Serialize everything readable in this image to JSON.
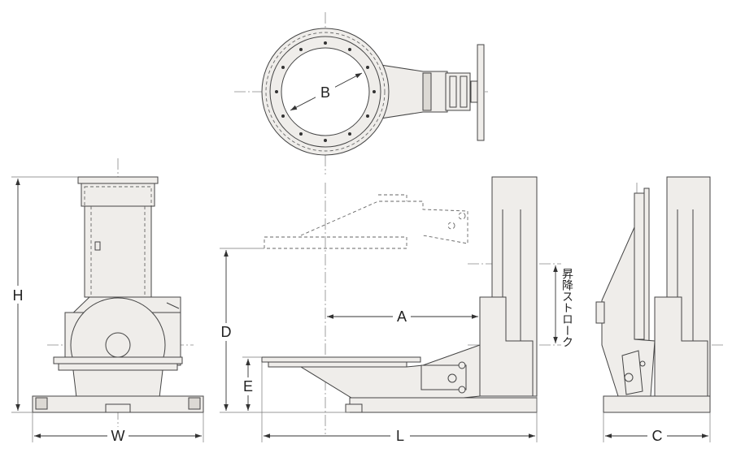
{
  "labels": {
    "H": "H",
    "W": "W",
    "D": "D",
    "E": "E",
    "L": "L",
    "A": "A",
    "B": "B",
    "C": "C",
    "stroke": "昇降ストローク"
  }
}
